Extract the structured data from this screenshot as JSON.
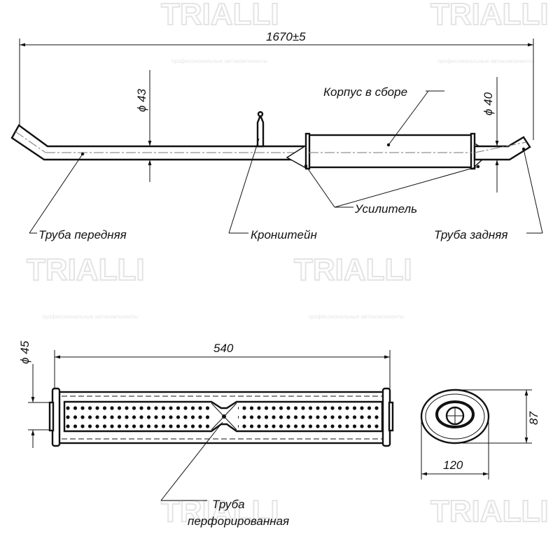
{
  "watermark": {
    "brand": "TRIALLI",
    "tagline": "профессиональные автокомпоненты"
  },
  "top_view": {
    "overall_length": "1670±5",
    "front_diameter": "ϕ 43",
    "rear_diameter": "ϕ 40",
    "labels": {
      "housing": "Корпус в сборе",
      "reinforcement": "Усилитель",
      "front_pipe": "Труба передняя",
      "bracket": "Кронштейн",
      "rear_pipe": "Труба задняя"
    }
  },
  "muffler_view": {
    "length": "540",
    "diameter": "ϕ 45",
    "height": "87",
    "width": "120",
    "perforated_label_line1": "Труба",
    "perforated_label_line2": "перфорированная"
  }
}
